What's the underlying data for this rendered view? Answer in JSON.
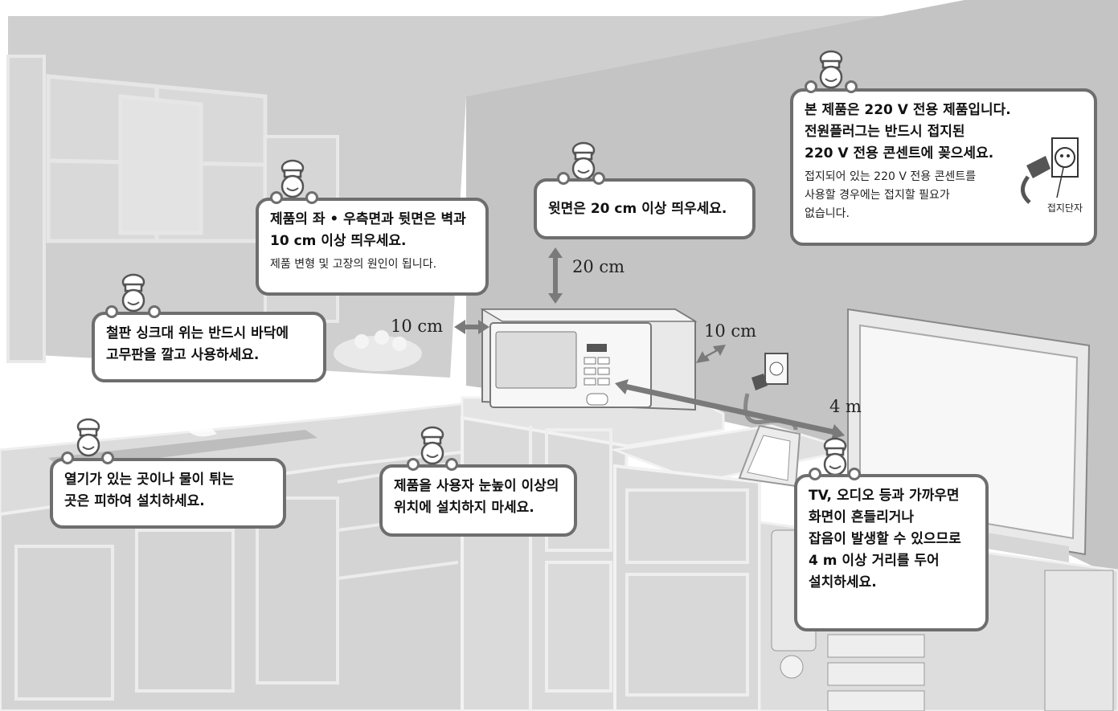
{
  "colors": {
    "bubble_border": "#6e6e6e",
    "wall": "#c8c8c8",
    "wall_right": "#bdbdbd",
    "furniture": "#e2e2e2",
    "arrow": "#7a7a7a"
  },
  "callouts": {
    "top": {
      "title": "윗면은 20 cm 이상 띄우세요."
    },
    "side": {
      "title": "제품의 좌 • 우측면과 뒷면은 벽과\n10 cm 이상 띄우세요.",
      "note": "제품 변형 및 고장의 원인이 됩니다."
    },
    "power": {
      "title": "본 제품은 220 V 전용 제품입니다.\n전원플러그는 반드시 접지된\n220 V 전용 콘센트에 꽂으세요.",
      "note": "접지되어 있는 220 V 전용 콘센트를\n사용할 경우에는 접지할 필요가\n없습니다.",
      "ground_label": "접지단자"
    },
    "sink": {
      "title": "철판 싱크대 위는 반드시 바닥에\n고무판을 깔고 사용하세요."
    },
    "heat": {
      "title": "열기가 있는 곳이나 물이 튀는\n곳은 피하여 설치하세요."
    },
    "height": {
      "title": "제품을 사용자 눈높이 이상의\n위치에 설치하지 마세요."
    },
    "tv": {
      "title": "TV, 오디오 등과 가까우면\n화면이 흔들리거나\n잡음이 발생할 수 있으므로\n4 m 이상 거리를 두어\n설치하세요."
    }
  },
  "dimensions": {
    "top": "20 cm",
    "left": "10 cm",
    "right": "10 cm",
    "tv": "4 m"
  }
}
